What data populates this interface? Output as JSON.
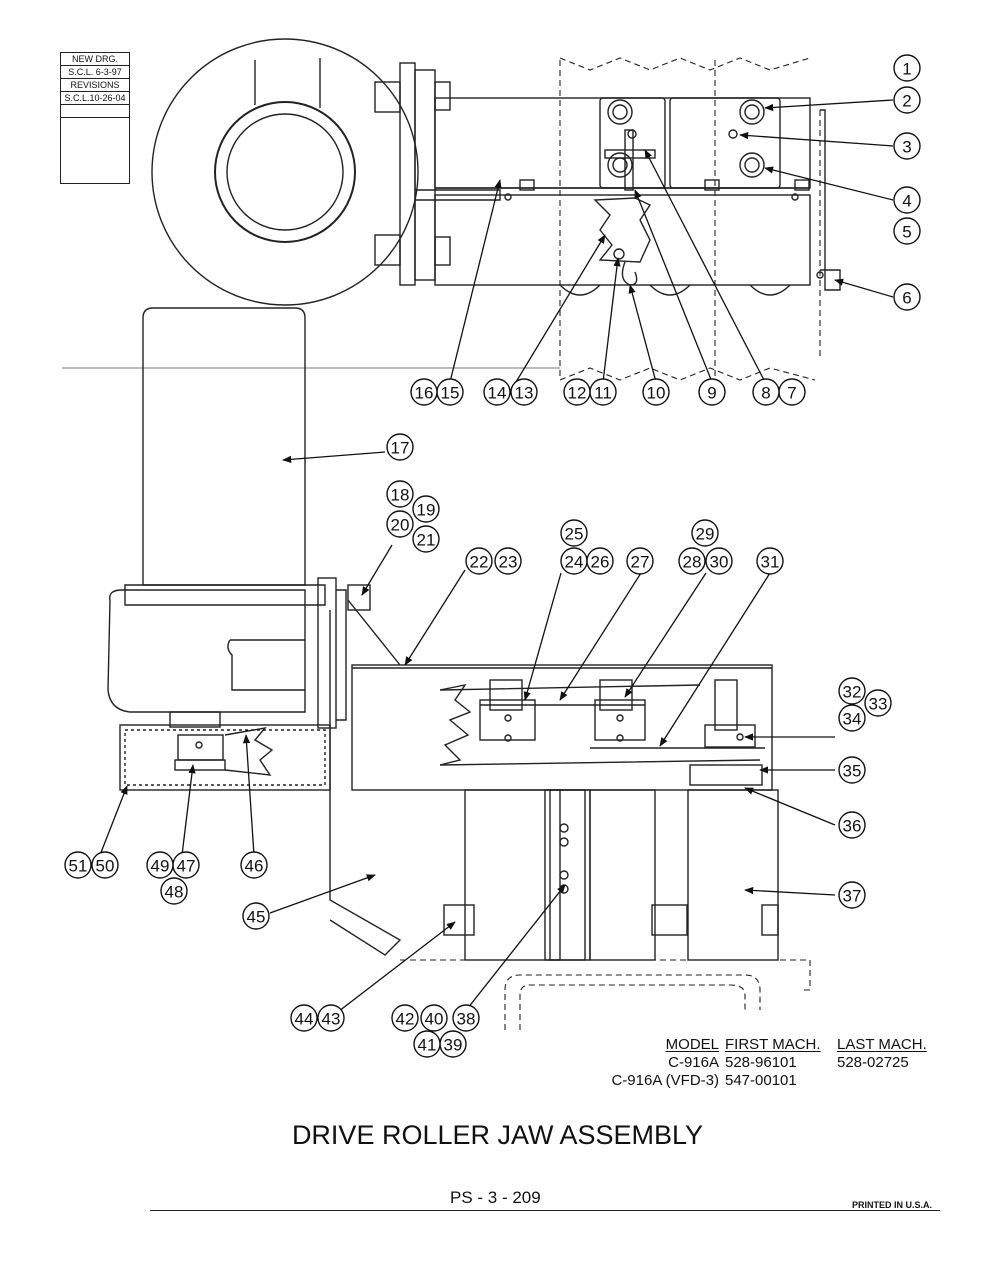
{
  "revision_block": {
    "new_drawing_label": "NEW DRG.",
    "new_drawing_date": "S.C.L.  6-3-97",
    "revisions_label": "REVISIONS",
    "revision_1": "S.C.L.10-26-04"
  },
  "callouts": [
    "1",
    "2",
    "3",
    "4",
    "5",
    "6",
    "7",
    "8",
    "9",
    "10",
    "11",
    "12",
    "13",
    "14",
    "15",
    "16",
    "17",
    "18",
    "19",
    "20",
    "21",
    "22",
    "23",
    "24",
    "25",
    "26",
    "27",
    "28",
    "29",
    "30",
    "31",
    "32",
    "33",
    "34",
    "35",
    "36",
    "37",
    "38",
    "39",
    "40",
    "41",
    "42",
    "43",
    "44",
    "45",
    "46",
    "47",
    "48",
    "49",
    "50",
    "51"
  ],
  "model_table": {
    "headers": [
      "MODEL",
      "FIRST MACH.",
      "LAST MACH."
    ],
    "rows": [
      [
        "C-916A",
        "528-96101",
        "528-02725"
      ],
      [
        "C-916A (VFD-3)",
        "547-00101",
        ""
      ]
    ]
  },
  "title": "DRIVE ROLLER JAW ASSEMBLY",
  "page_number": "PS - 3 - 209",
  "printed": "PRINTED IN U.S.A."
}
